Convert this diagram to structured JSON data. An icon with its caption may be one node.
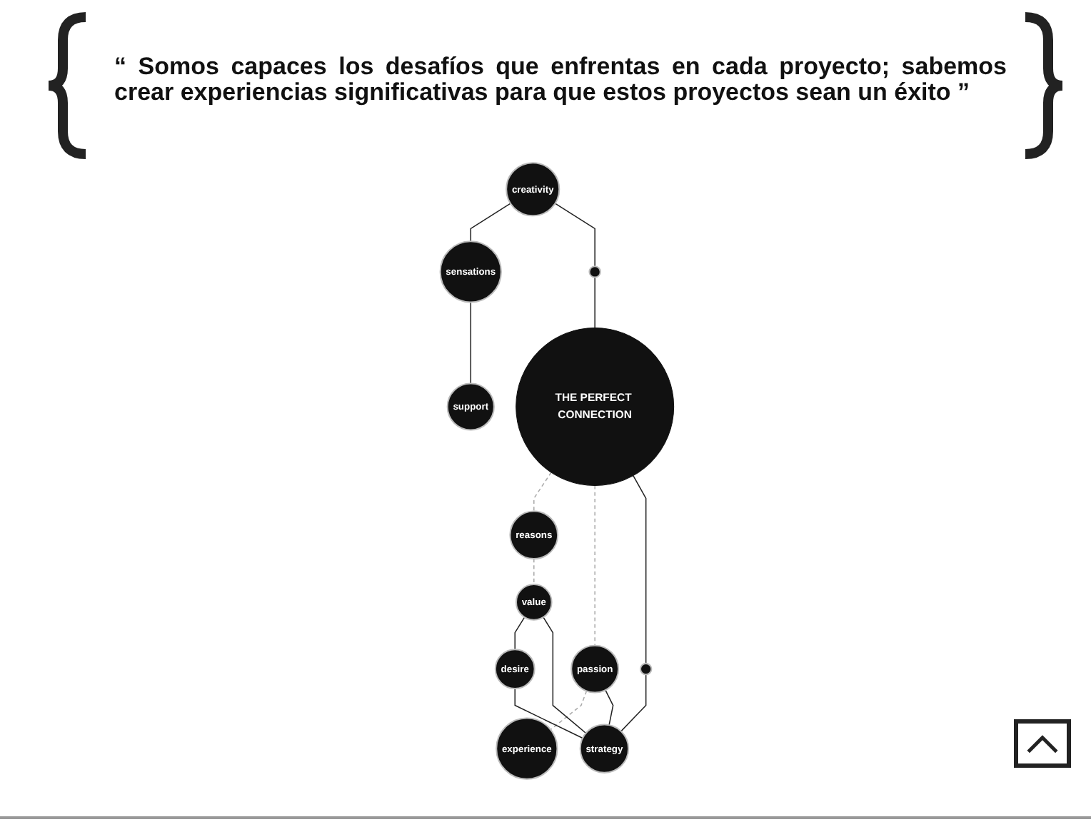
{
  "diagram": {
    "title": "“ Somos capaces los desafíos que enfrentas en cada proyecto; sabemos crear experiencias significativas para que estos proyectos sean un éxito ”",
    "nodes": [
      {
        "text": [
          "creativity"
        ]
      },
      {
        "text": [
          "sensations"
        ]
      },
      {
        "text": [],
        "shape": "circle"
      },
      {
        "text": [
          "support"
        ]
      },
      {
        "text": [
          "reasons"
        ]
      },
      {
        "text": [
          "value"
        ]
      },
      {
        "text": [
          "THE PERFECT CONNECTION"
        ]
      },
      {
        "text": [
          "passion"
        ]
      },
      {
        "text": [],
        "shape": "circle"
      },
      {
        "text": [
          "experience"
        ]
      },
      {
        "text": [
          "desire"
        ]
      },
      {
        "text": [
          "strategy"
        ]
      }
    ],
    "edges": [
      {
        "from": 0,
        "to": 1,
        "arrow": "none"
      },
      {
        "from": 1,
        "to": 3,
        "arrow": "none"
      },
      {
        "from": 0,
        "to": 2,
        "arrow": "none"
      },
      {
        "from": 2,
        "to": 6,
        "arrow": "none"
      },
      {
        "from": 6,
        "to": 4,
        "arrow": "none",
        "style": "dashed",
        "color": "#aaaaaa"
      },
      {
        "from": 4,
        "to": 5,
        "arrow": "none",
        "style": "dashed",
        "color": "#aaaaaa"
      },
      {
        "from": 6,
        "to": 7,
        "arrow": "none",
        "style": "dashed",
        "color": "#aaaaaa"
      },
      {
        "from": 6,
        "to": 8,
        "arrow": "none"
      },
      {
        "from": 7,
        "to": 9,
        "arrow": "none",
        "style": "dashed",
        "color": "#aaaaaa"
      },
      {
        "from": 5,
        "to": 10,
        "arrow": "none"
      },
      {
        "from": 8,
        "to": 11,
        "arrow": "none"
      },
      {
        "from": 7,
        "to": 11,
        "arrow": "none"
      },
      {
        "from": 5,
        "to": 11,
        "arrow": "none"
      },
      {
        "from": 10,
        "to": 11,
        "arrow": "none"
      }
    ]
  }
}
